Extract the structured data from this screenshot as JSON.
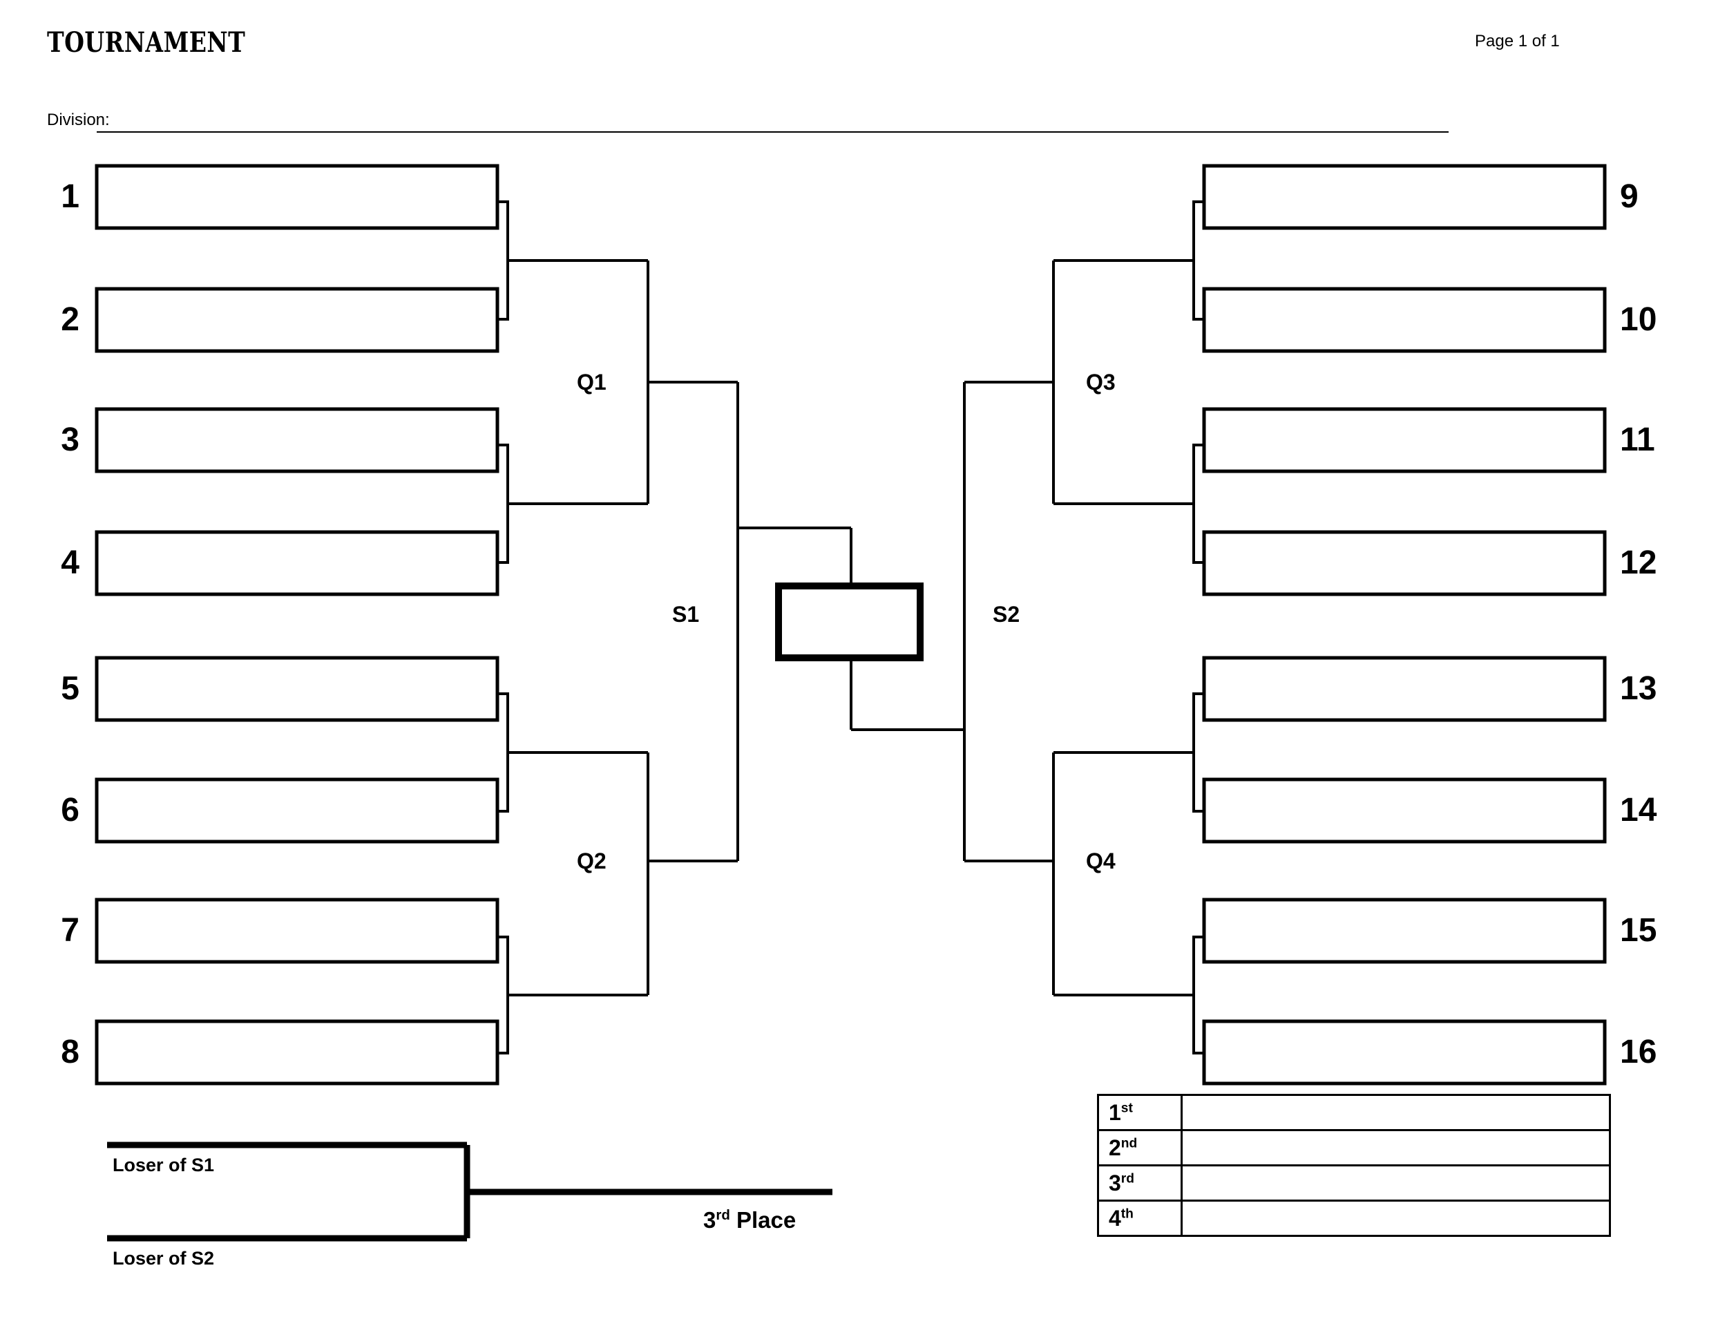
{
  "header": {
    "title": "TOURNAMENT",
    "page_indicator": "Page 1 of 1",
    "division_label": "Division:",
    "division_value": ""
  },
  "bracket": {
    "left_seeds": [
      "1",
      "2",
      "3",
      "4",
      "5",
      "6",
      "7",
      "8"
    ],
    "right_seeds": [
      "9",
      "10",
      "11",
      "12",
      "13",
      "14",
      "15",
      "16"
    ],
    "left_slot_values": [
      "",
      "",
      "",
      "",
      "",
      "",
      "",
      ""
    ],
    "right_slot_values": [
      "",
      "",
      "",
      "",
      "",
      "",
      "",
      ""
    ],
    "round_labels": {
      "q1": "Q1",
      "q2": "Q2",
      "q3": "Q3",
      "q4": "Q4",
      "s1": "S1",
      "s2": "S2"
    },
    "champion_value": ""
  },
  "third_place": {
    "top_label": "Loser of S1",
    "bottom_label": "Loser of S2",
    "result_label_prefix": "3",
    "result_label_sup": "rd",
    "result_label_suffix": " Place",
    "winner_value": ""
  },
  "placement_table": {
    "rows": [
      {
        "rank": "1",
        "sup": "st",
        "value": ""
      },
      {
        "rank": "2",
        "sup": "nd",
        "value": ""
      },
      {
        "rank": "3",
        "sup": "rd",
        "value": ""
      },
      {
        "rank": "4",
        "sup": "th",
        "value": ""
      }
    ]
  },
  "colors": {
    "ink": "#000000",
    "paper": "#ffffff"
  }
}
